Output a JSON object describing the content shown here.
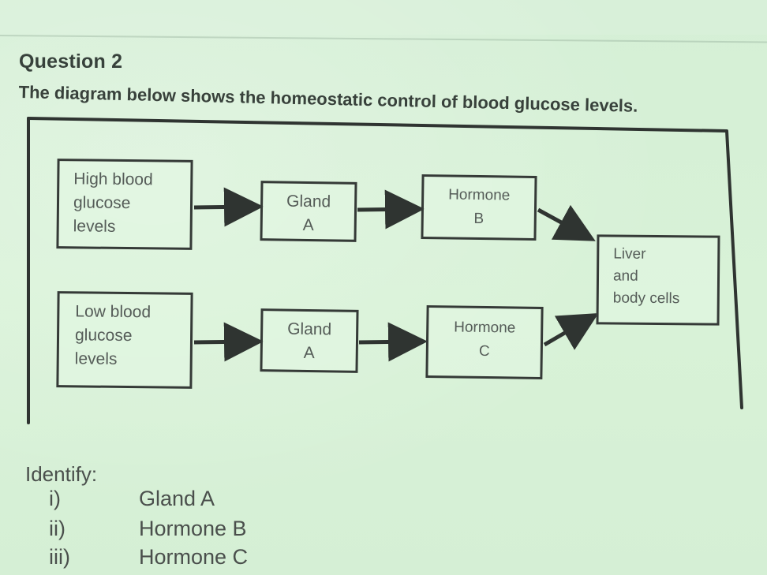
{
  "question": {
    "title": "Question 2",
    "text": "The diagram below shows the homeostatic control of blood glucose levels."
  },
  "diagram": {
    "high_box": {
      "lines": [
        "High blood",
        "glucose",
        "levels"
      ]
    },
    "low_box": {
      "lines": [
        "Low blood",
        "glucose",
        "levels"
      ]
    },
    "gland_top": {
      "lines": [
        "Gland",
        "A"
      ]
    },
    "gland_bottom": {
      "lines": [
        "Gland",
        "A"
      ]
    },
    "hormone_b": {
      "lines": [
        "Hormone",
        "B"
      ]
    },
    "hormone_c": {
      "lines": [
        "Hormone",
        "C"
      ]
    },
    "liver_box": {
      "lines": [
        "Liver",
        "and",
        "body cells"
      ]
    },
    "colors": {
      "background": "#d9f0d9",
      "ink": "#2f3431",
      "label": "#555c58"
    }
  },
  "identify": {
    "label": "Identify:",
    "items": [
      {
        "num": "i)",
        "text": "Gland A"
      },
      {
        "num": "ii)",
        "text": "Hormone B"
      },
      {
        "num": "iii)",
        "text": "Hormone C"
      }
    ]
  }
}
